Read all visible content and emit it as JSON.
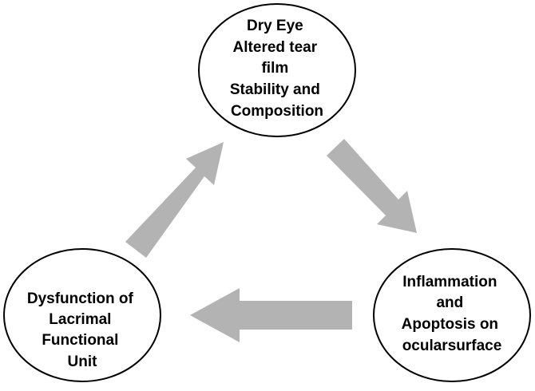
{
  "nodes": {
    "top": {
      "lines": [
        "Dry Eye",
        "Altered tear",
        "film",
        "Stability and",
        "Composition"
      ]
    },
    "right": {
      "lines": [
        "Inflammation",
        "and",
        "Apoptosis on",
        "ocularsurface"
      ]
    },
    "left": {
      "lines": [
        "Dysfunction of",
        "Lacrimal",
        "Functional",
        "Unit"
      ]
    }
  },
  "colors": {
    "arrow": "#b3b3b3",
    "circle_stroke": "#000000",
    "circle_fill": "#ffffff",
    "text": "#000000"
  }
}
